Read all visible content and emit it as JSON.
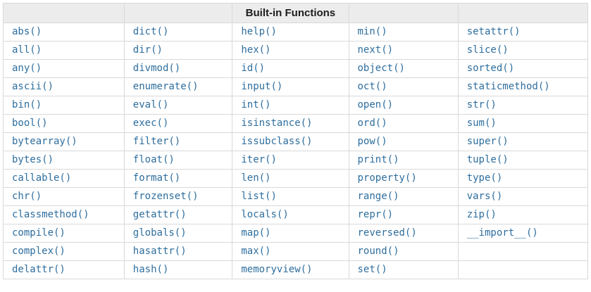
{
  "table": {
    "header": {
      "label": "Built-in Functions"
    },
    "columns": [
      [
        "abs()",
        "all()",
        "any()",
        "ascii()",
        "bin()",
        "bool()",
        "bytearray()",
        "bytes()",
        "callable()",
        "chr()",
        "classmethod()",
        "compile()",
        "complex()",
        "delattr()"
      ],
      [
        "dict()",
        "dir()",
        "divmod()",
        "enumerate()",
        "eval()",
        "exec()",
        "filter()",
        "float()",
        "format()",
        "frozenset()",
        "getattr()",
        "globals()",
        "hasattr()",
        "hash()"
      ],
      [
        "help()",
        "hex()",
        "id()",
        "input()",
        "int()",
        "isinstance()",
        "issubclass()",
        "iter()",
        "len()",
        "list()",
        "locals()",
        "map()",
        "max()",
        "memoryview()"
      ],
      [
        "min()",
        "next()",
        "object()",
        "oct()",
        "open()",
        "ord()",
        "pow()",
        "print()",
        "property()",
        "range()",
        "repr()",
        "reversed()",
        "round()",
        "set()"
      ],
      [
        "setattr()",
        "slice()",
        "sorted()",
        "staticmethod()",
        "str()",
        "sum()",
        "super()",
        "tuple()",
        "type()",
        "vars()",
        "zip()",
        "__import__()",
        "",
        ""
      ]
    ],
    "column_widths_pct": [
      20.7,
      18.5,
      19.9,
      18.7,
      22.2
    ]
  },
  "colors": {
    "link": "#2E6E9E",
    "header_bg": "#ECECEC",
    "border": "#D9D9D9",
    "header_text": "#1C1C1C",
    "background": "#FFFFFF"
  }
}
